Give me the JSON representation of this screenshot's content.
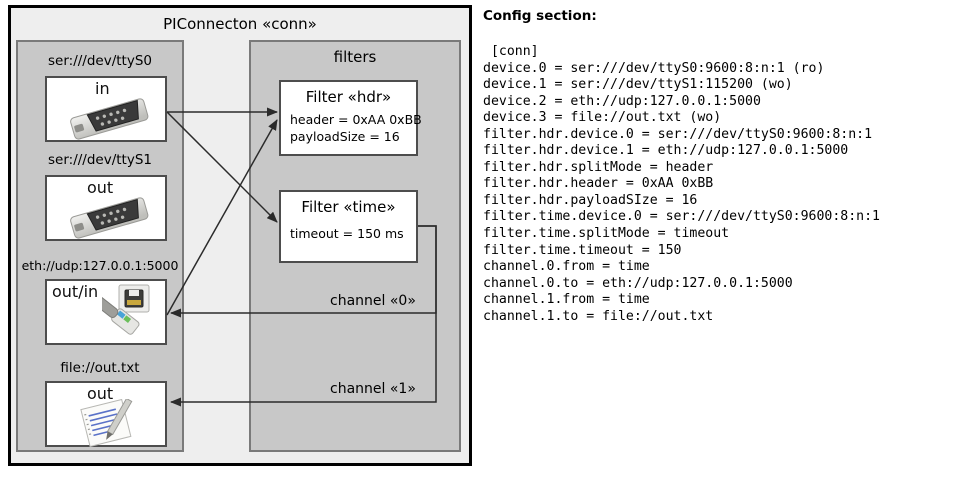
{
  "diagram": {
    "title": "PIConnecton «conn»",
    "device_group": {
      "devices": [
        {
          "caption": "ser:///dev/ttyS0",
          "label": "in",
          "icon": "serial-port-icon"
        },
        {
          "caption": "ser:///dev/ttyS1",
          "label": "out",
          "icon": "serial-port-icon"
        },
        {
          "caption": "eth://udp:127.0.0.1:5000",
          "label": "out/in",
          "icon": "network-jack-icon"
        },
        {
          "caption": "file://out.txt",
          "label": "out",
          "icon": "text-file-icon"
        }
      ]
    },
    "filters_group": {
      "title": "filters",
      "filters": [
        {
          "title": "Filter «hdr»",
          "props": [
            "header = 0xAA 0xBB",
            "payloadSize = 16"
          ]
        },
        {
          "title": "Filter «time»",
          "props": [
            "timeout = 150 ms"
          ]
        }
      ],
      "channels": [
        {
          "label": "channel «0»"
        },
        {
          "label": "channel «1»"
        }
      ]
    }
  },
  "config": {
    "heading": "Config section:",
    "lines": [
      " [conn]",
      "device.0 = ser:///dev/ttyS0:9600:8:n:1 (ro)",
      "device.1 = ser:///dev/ttyS1:115200 (wo)",
      "device.2 = eth://udp:127.0.0.1:5000",
      "device.3 = file://out.txt (wo)",
      "filter.hdr.device.0 = ser:///dev/ttyS0:9600:8:n:1",
      "filter.hdr.device.1 = eth://udp:127.0.0.1:5000",
      "filter.hdr.splitMode = header",
      "filter.hdr.header = 0xAA 0xBB",
      "filter.hdr.payloadSIze = 16",
      "filter.time.device.0 = ser:///dev/ttyS0:9600:8:n:1",
      "filter.time.splitMode = timeout",
      "filter.time.timeout = 150",
      "channel.0.from = time",
      "channel.0.to = eth://udp:127.0.0.1:5000",
      "channel.1.from = time",
      "channel.1.to = file://out.txt"
    ]
  },
  "colors": {
    "page_background": "#ffffff",
    "outer_fill": "#eeeeee",
    "group_fill": "#c8c8c8",
    "box_fill": "#ffffff",
    "line": "#333333",
    "border_dark": "#000000",
    "border_mid": "#7a7a7a"
  }
}
